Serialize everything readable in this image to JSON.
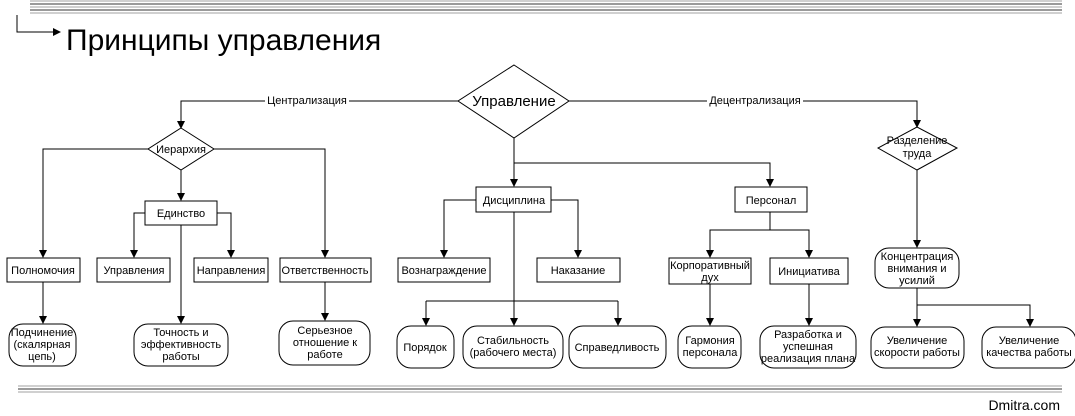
{
  "title": "Принципы управления",
  "footer": "Dmitra.com",
  "nodes": {
    "upravlenie": "Управление",
    "ierarkhiya": "Иерархия",
    "edinstvo": "Единство",
    "polnomochiya": "Полномочия",
    "upravleniya": "Управления",
    "napravleniya": "Направления",
    "otvetstvennost": "Ответственность",
    "podchinenie": [
      "Подчинение",
      "(скалярная",
      "цепь)"
    ],
    "tochnost": [
      "Точность и",
      "эффективность",
      "работы"
    ],
    "seryeznoe": [
      "Серьезное",
      "отношение к",
      "работе"
    ],
    "distsiplina": "Дисциплина",
    "voznagrazhdenie": "Вознаграждение",
    "nakazanie": "Наказание",
    "poryadok": "Порядок",
    "stabilnost": [
      "Стабильность",
      "(рабочего места)"
    ],
    "spravedlivost": "Справедливость",
    "personal": "Персонал",
    "korporativnyi": [
      "Корпоративный",
      "дух"
    ],
    "initsiativa": "Инициатива",
    "garmoniya": [
      "Гармония",
      "персонала"
    ],
    "razrabotka": [
      "Разработка и",
      "успешная",
      "реализация плана"
    ],
    "razdelenie": [
      "Разделение",
      "труда"
    ],
    "kontsentratsiya": [
      "Концентрация",
      "внимания и",
      "усилий"
    ],
    "skorost": [
      "Увеличение",
      "скорости работы"
    ],
    "kachestvo": [
      "Увеличение",
      "качества работы"
    ]
  },
  "edges": {
    "centralization": "Централизация",
    "decentralization": "Децентрализация"
  }
}
